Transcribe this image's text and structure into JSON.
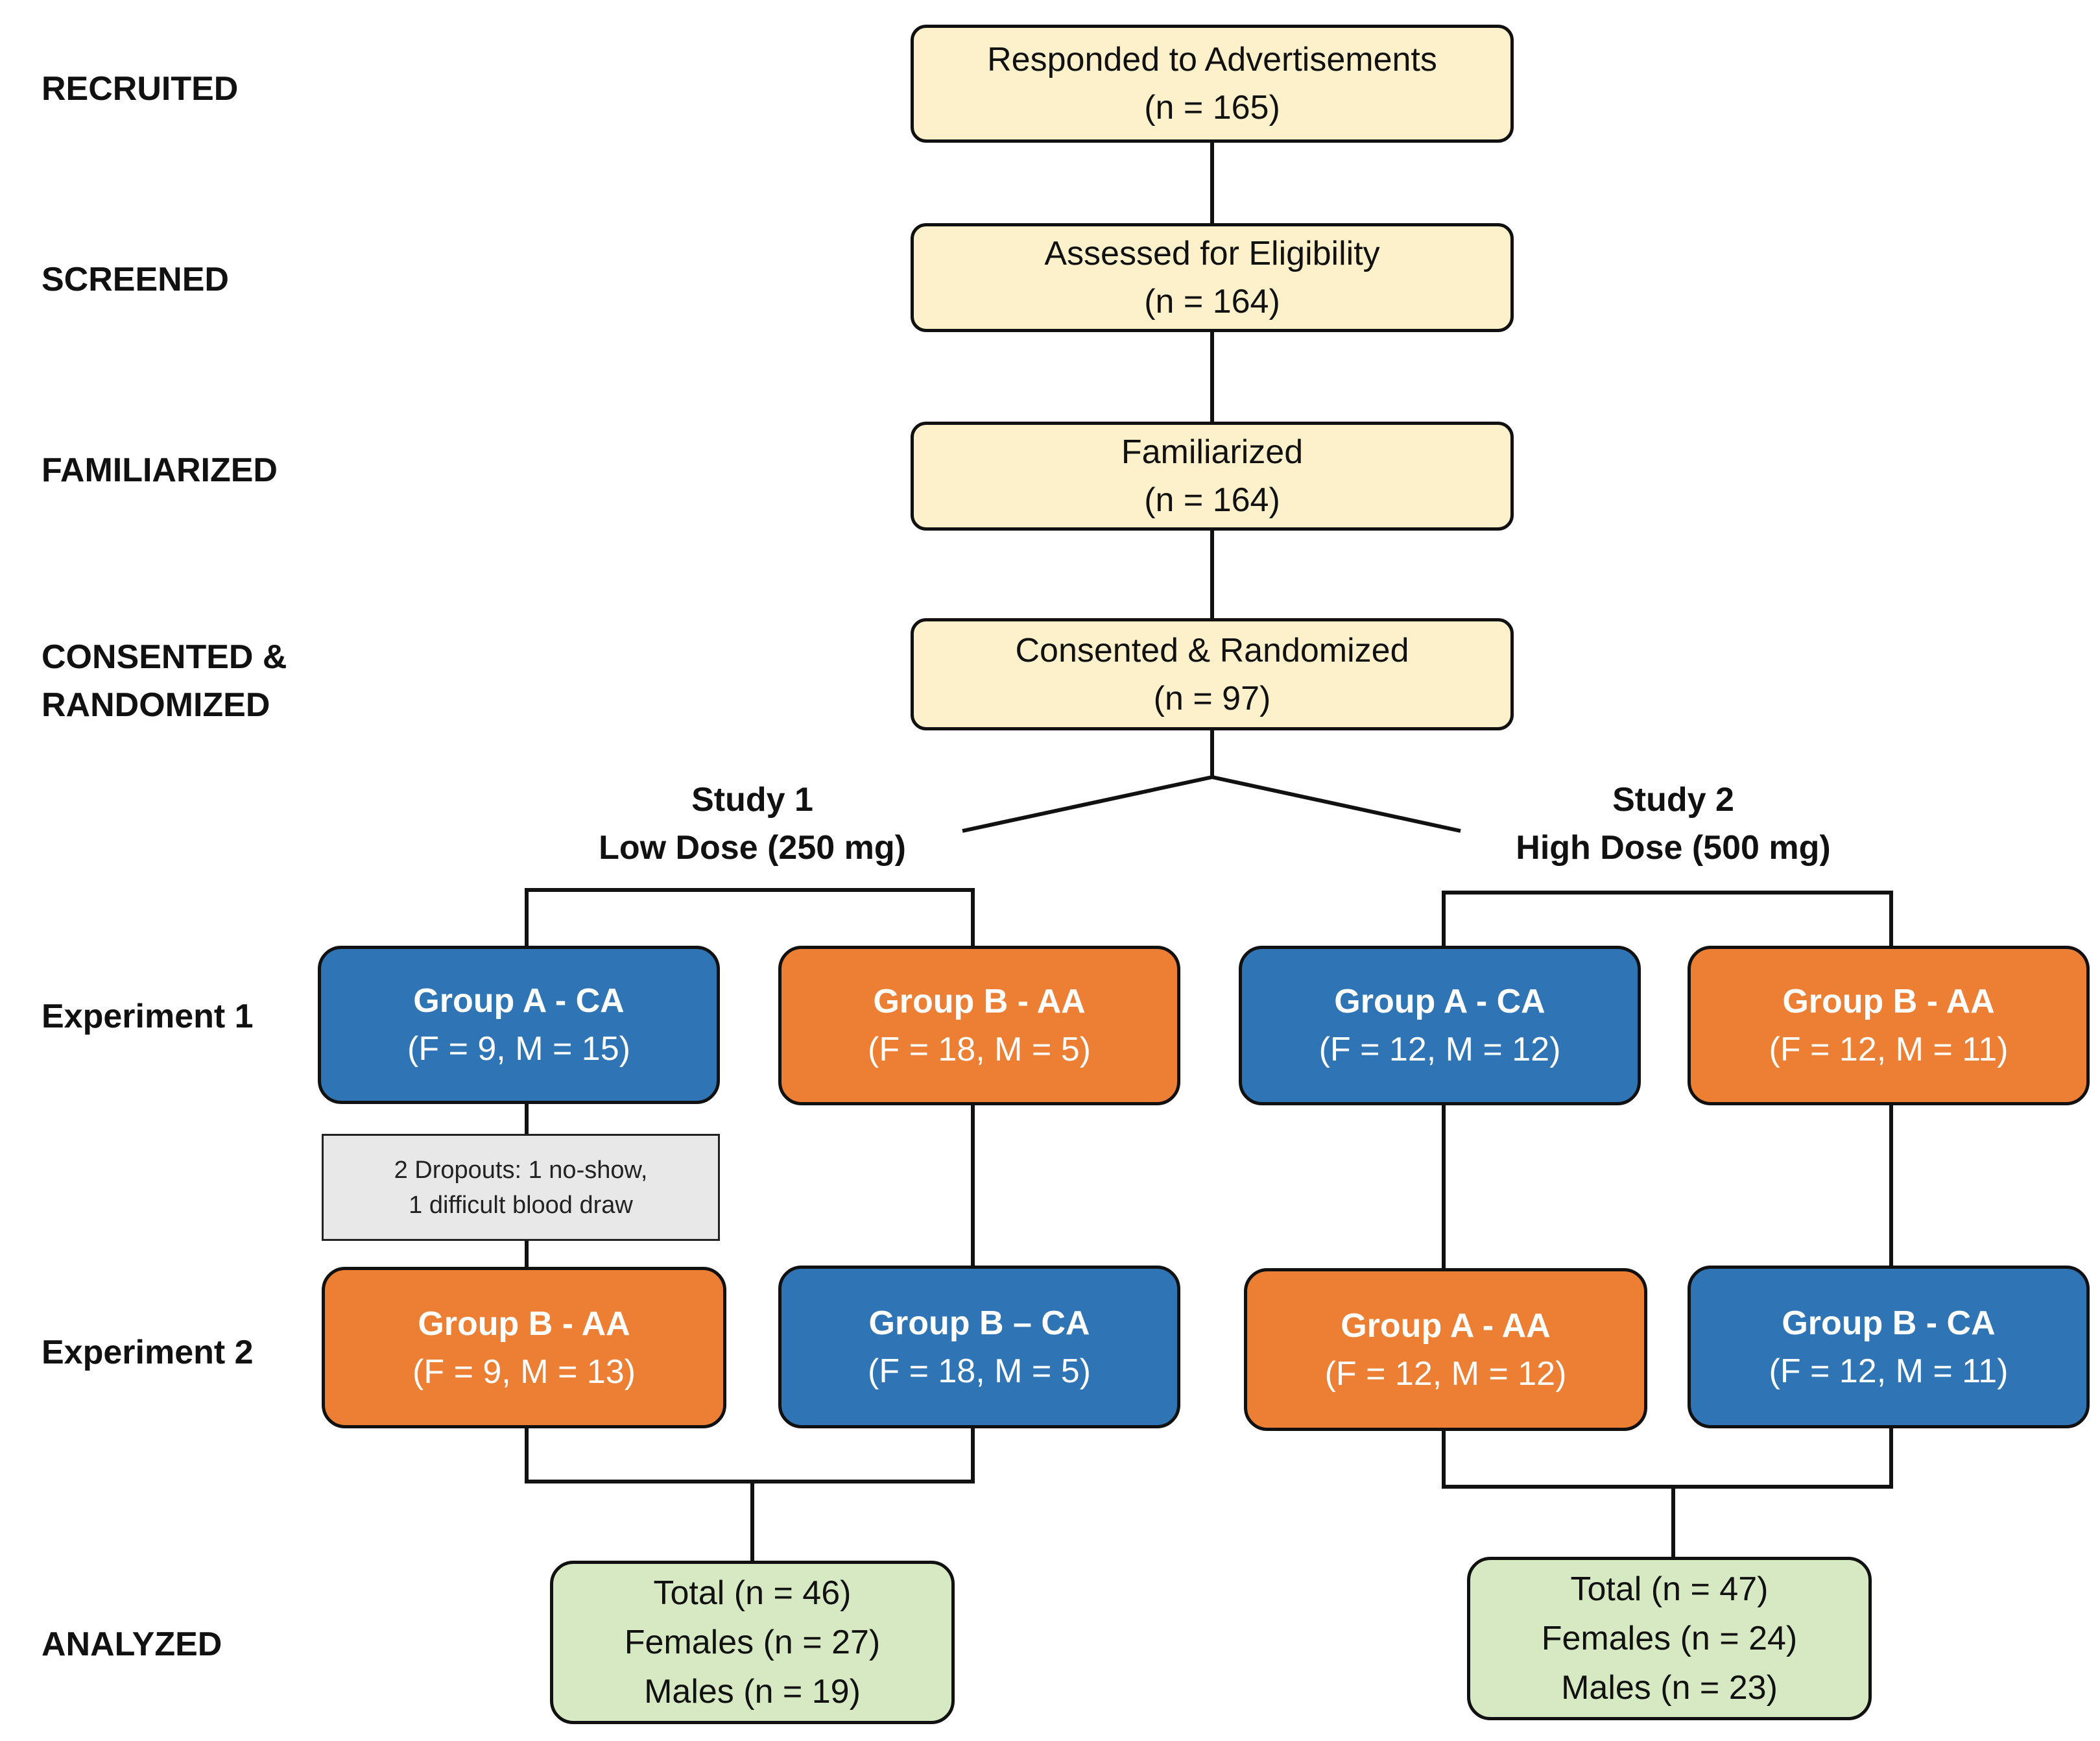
{
  "stages": {
    "recruited": "RECRUITED",
    "screened": "SCREENED",
    "familiarized": "FAMILIARIZED",
    "consented_line1": "CONSENTED &",
    "consented_line2": "RANDOMIZED",
    "experiment1": "Experiment 1",
    "experiment2": "Experiment 2",
    "analyzed": "ANALYZED"
  },
  "flow": {
    "responded": {
      "label": "Responded to Advertisements",
      "n": "(n = 165)"
    },
    "assessed": {
      "label": "Assessed for Eligibility",
      "n": "(n = 164)"
    },
    "familiarized": {
      "label": "Familiarized",
      "n": "(n = 164)"
    },
    "randomized": {
      "label": "Consented & Randomized",
      "n": "(n = 97)"
    }
  },
  "studies": [
    {
      "title": "Study 1",
      "subtitle": "Low Dose (250 mg)",
      "exp1": [
        {
          "group": "Group A - CA",
          "counts": "(F = 9, M = 15)"
        },
        {
          "group": "Group B - AA",
          "counts": "(F = 18, M = 5)"
        }
      ],
      "dropouts_line1": "2 Dropouts: 1 no-show,",
      "dropouts_line2": "1 difficult blood draw",
      "exp2": [
        {
          "group": "Group B - AA",
          "counts": "(F = 9, M = 13)"
        },
        {
          "group": "Group B – CA",
          "counts": "(F = 18, M = 5)"
        }
      ],
      "analyzed": {
        "total": "Total (n = 46)",
        "females": "Females (n = 27)",
        "males": "Males (n = 19)"
      }
    },
    {
      "title": "Study 2",
      "subtitle": "High Dose (500 mg)",
      "exp1": [
        {
          "group": "Group A - CA",
          "counts": "(F = 12, M = 12)"
        },
        {
          "group": "Group B - AA",
          "counts": "(F = 12, M = 11)"
        }
      ],
      "exp2": [
        {
          "group": "Group A - AA",
          "counts": "(F = 12, M = 12)"
        },
        {
          "group": "Group B - CA",
          "counts": "(F = 12, M = 11)"
        }
      ],
      "analyzed": {
        "total": "Total (n = 47)",
        "females": "Females (n = 24)",
        "males": "Males (n = 23)"
      }
    }
  ],
  "colors": {
    "flow_box": "#fdf1cb",
    "caffeine_arm": "#2f74b5",
    "placebo_arm": "#ec7f33",
    "analyzed_box": "#d6e9c3",
    "dropout_box": "#e8e8e8"
  }
}
